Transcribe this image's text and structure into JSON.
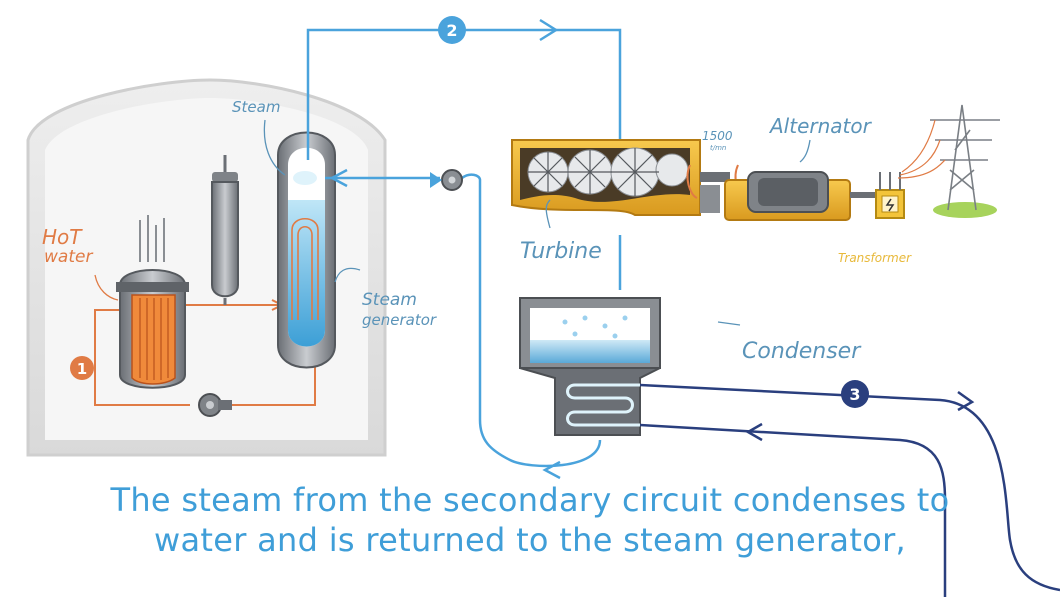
{
  "labels": {
    "hot_water_1": "HoT",
    "hot_water_2": "water",
    "steam": "Steam",
    "steam_generator_1": "Steam",
    "steam_generator_2": "generator",
    "turbine": "Turbine",
    "speed_value": "1500",
    "speed_unit": "t/mn",
    "alternator": "Alternator",
    "transformer": "Transformer",
    "condenser": "Condenser"
  },
  "circuits": {
    "primary": "1",
    "secondary": "2",
    "tertiary": "3"
  },
  "caption": {
    "line1": "The steam from the secondary circuit condenses to",
    "line2": "water and is returned to the steam generator,"
  },
  "colors": {
    "primary_circuit": "#e07b45",
    "secondary_circuit": "#4aa3dc",
    "tertiary_circuit": "#2a3f7e",
    "turbine": "#f0b43a",
    "caption": "#3f9ed8"
  }
}
